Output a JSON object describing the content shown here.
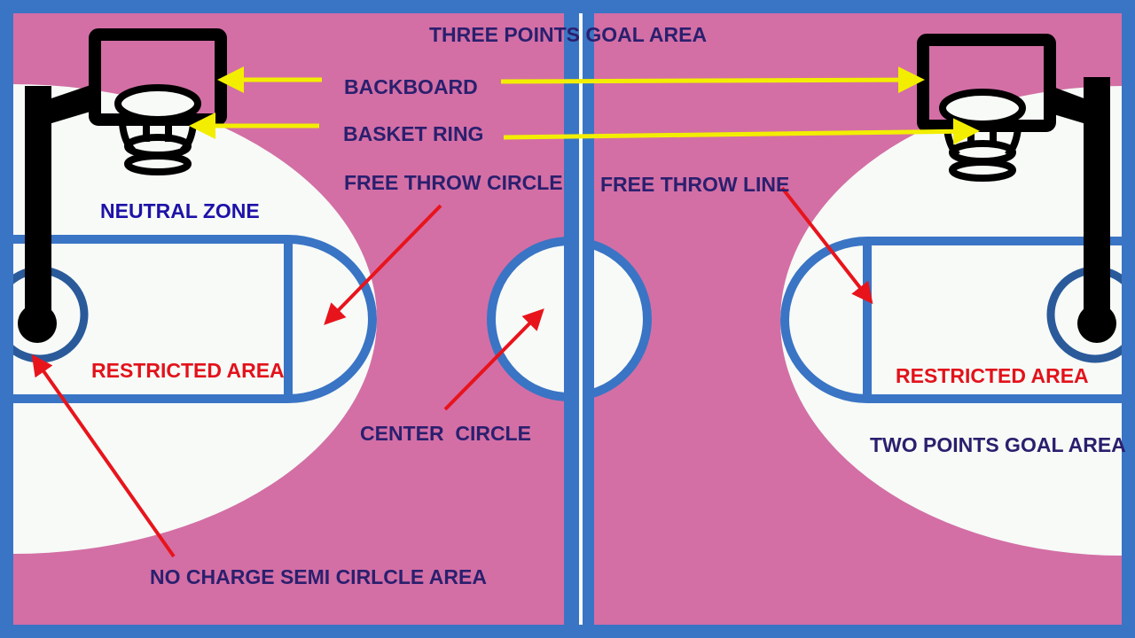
{
  "colors": {
    "court": "#d36fa5",
    "key": "#f7faf7",
    "lines": "#3a74c4",
    "text": "#2a1f6e",
    "pointer_red": "#e8141c",
    "pointer_yellow": "#f3ee00"
  },
  "labels": {
    "three_points": "THREE POINTS GOAL AREA",
    "backboard": "BACKBOARD",
    "basket_ring": "BASKET RING",
    "free_throw_circle": "FREE THROW CIRCLE",
    "free_throw_line": "FREE THROW LINE",
    "neutral_zone": "NEUTRAL ZONE",
    "restricted_left": "RESTRICTED AREA",
    "restricted_right": "RESTRICTED AREA",
    "center_circle": "CENTER  CIRCLE",
    "two_points": "TWO POINTS GOAL AREA",
    "no_charge": "NO CHARGE SEMI CIRLCLE AREA"
  }
}
